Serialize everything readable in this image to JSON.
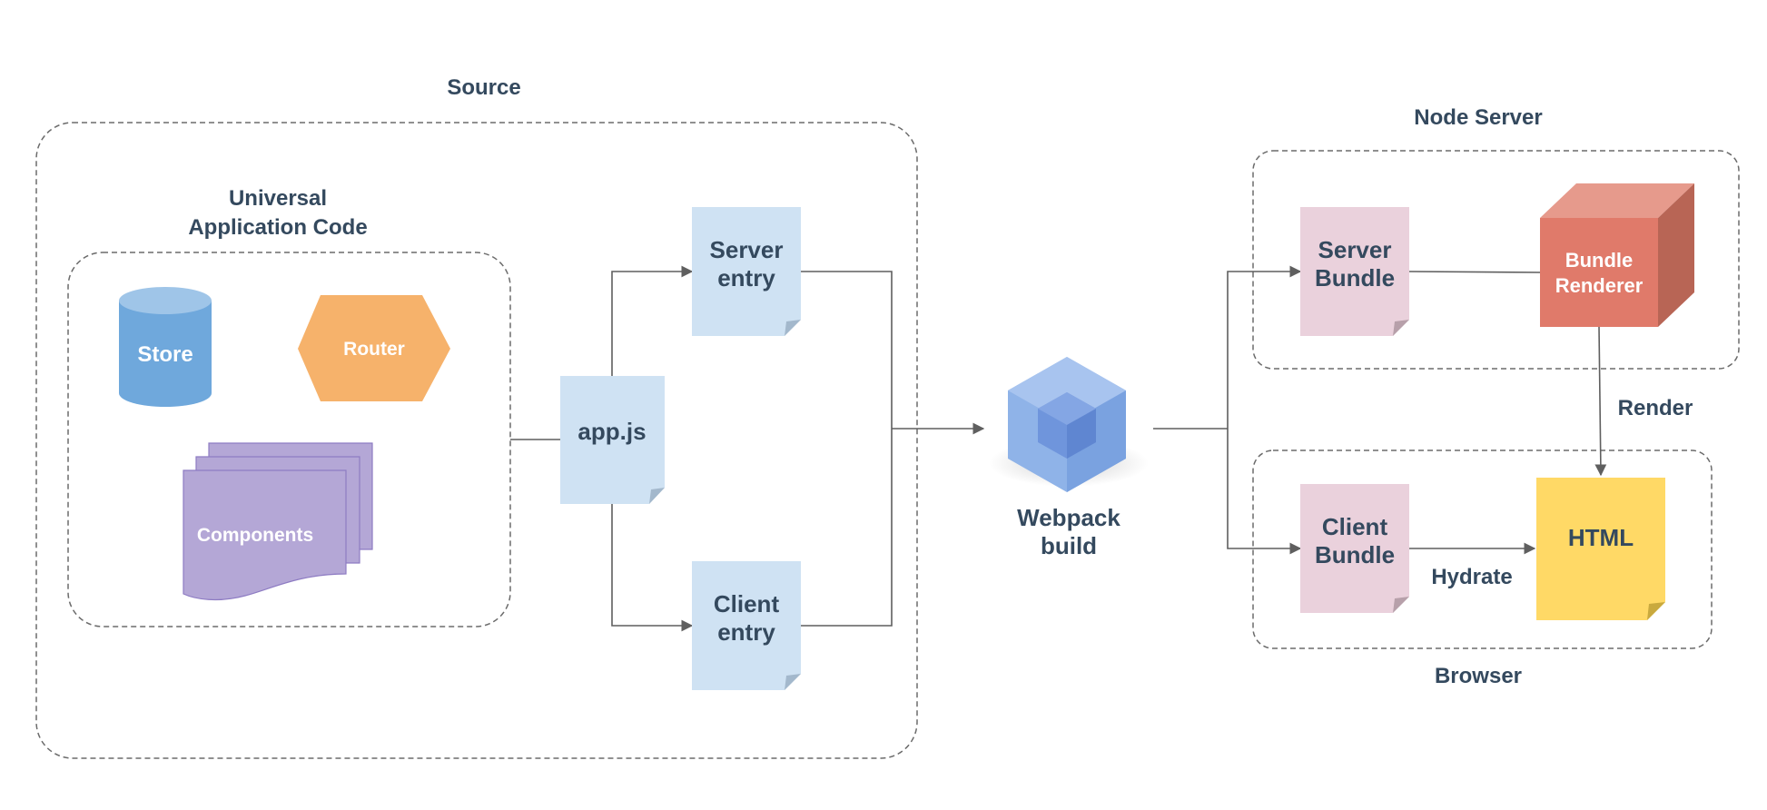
{
  "groups": {
    "source": "Source",
    "universal_line1": "Universal",
    "universal_line2": "Application Code",
    "node_server": "Node Server",
    "browser": "Browser"
  },
  "nodes": {
    "store": "Store",
    "router": "Router",
    "components": "Components",
    "app_js": "app.js",
    "server_entry_line1": "Server",
    "server_entry_line2": "entry",
    "client_entry_line1": "Client",
    "client_entry_line2": "entry",
    "webpack_line1": "Webpack",
    "webpack_line2": "build",
    "server_bundle_line1": "Server",
    "server_bundle_line2": "Bundle",
    "bundle_renderer_line1": "Bundle",
    "bundle_renderer_line2": "Renderer",
    "client_bundle_line1": "Client",
    "client_bundle_line2": "Bundle",
    "html": "HTML"
  },
  "edges": {
    "render": "Render",
    "hydrate": "Hydrate"
  },
  "colors": {
    "doc_blue": "#cfe2f3",
    "doc_pink": "#ead1dc",
    "html_yellow": "#ffd966",
    "store_blue": "#6fa8dc",
    "router_orange": "#f6b26b",
    "components_purple": "#b4a7d6",
    "renderer_red": "#e07a6a",
    "webpack_blue": "#8fb3e8",
    "text_dark": "#34495e"
  },
  "icons": {
    "store": "cylinder-icon",
    "router": "hexagon-icon",
    "components": "stacked-documents-icon",
    "webpack": "cube-icon",
    "bundle_renderer": "3d-box-icon",
    "document": "folded-page-icon"
  }
}
